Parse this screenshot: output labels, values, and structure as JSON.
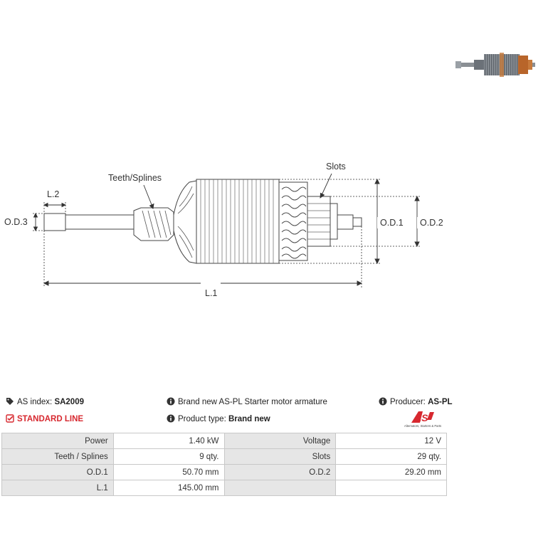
{
  "diagram": {
    "labels": {
      "teeth_splines": "Teeth/Splines",
      "slots": "Slots",
      "l2": "L.2",
      "od3": "O.D.3",
      "od1": "O.D.1",
      "od2": "O.D.2",
      "l1": "L.1"
    }
  },
  "info": {
    "as_index_label": "AS index:",
    "as_index_value": "SA2009",
    "line": "STANDARD LINE",
    "description": "Brand new AS-PL Starter motor armature",
    "product_type_label": "Product type:",
    "product_type_value": "Brand new",
    "producer_label": "Producer:",
    "producer_value": "AS-PL",
    "logo_text": "AS",
    "logo_tagline": "Alternators, Starters & Parts"
  },
  "specs": {
    "rows": [
      [
        {
          "label": "Power",
          "value": "1.40 kW"
        },
        {
          "label": "Voltage",
          "value": "12 V"
        }
      ],
      [
        {
          "label": "Teeth / Splines",
          "value": "9 qty."
        },
        {
          "label": "Slots",
          "value": "29 qty."
        }
      ],
      [
        {
          "label": "O.D.1",
          "value": "50.70 mm"
        },
        {
          "label": "O.D.2",
          "value": "29.20 mm"
        }
      ],
      [
        {
          "label": "L.1",
          "value": "145.00 mm"
        },
        {
          "label": "",
          "value": ""
        }
      ]
    ]
  },
  "colors": {
    "brand_red": "#d7282f",
    "table_label_bg": "#e6e6e6",
    "table_border": "#c8c8c8",
    "copper": "#b8652a"
  }
}
